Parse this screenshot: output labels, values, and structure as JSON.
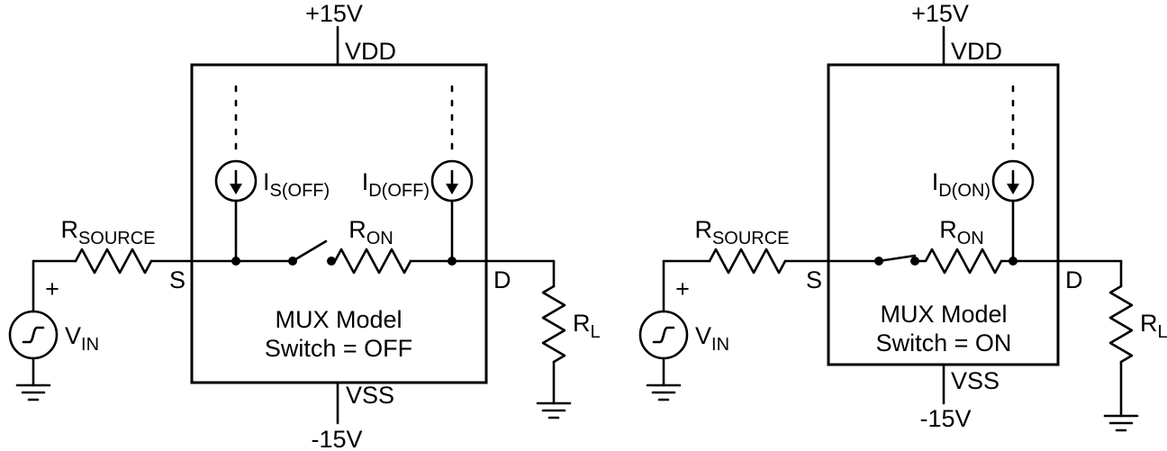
{
  "colors": {
    "ink": "#000000",
    "background": "#ffffff"
  },
  "left": {
    "supply_top": "+15V",
    "vdd": "VDD",
    "vss": "VSS",
    "supply_bottom": "-15V",
    "i_s_off": {
      "base": "I",
      "sub": "S(OFF)"
    },
    "i_d_off": {
      "base": "I",
      "sub": "D(OFF)"
    },
    "r_source": {
      "base": "R",
      "sub": "SOURCE"
    },
    "r_on": {
      "base": "R",
      "sub": "ON"
    },
    "r_l": {
      "base": "R",
      "sub": "L"
    },
    "v_in": {
      "base": "V",
      "sub": "IN"
    },
    "plus": "+",
    "node_s": "S",
    "node_d": "D",
    "box_title": "MUX Model",
    "box_state": "Switch = OFF"
  },
  "right": {
    "supply_top": "+15V",
    "vdd": "VDD",
    "vss": "VSS",
    "supply_bottom": "-15V",
    "i_d_on": {
      "base": "I",
      "sub": "D(ON)"
    },
    "r_source": {
      "base": "R",
      "sub": "SOURCE"
    },
    "r_on": {
      "base": "R",
      "sub": "ON"
    },
    "r_l": {
      "base": "R",
      "sub": "L"
    },
    "v_in": {
      "base": "V",
      "sub": "IN"
    },
    "plus": "+",
    "node_s": "S",
    "node_d": "D",
    "box_title": "MUX Model",
    "box_state": "Switch = ON"
  }
}
